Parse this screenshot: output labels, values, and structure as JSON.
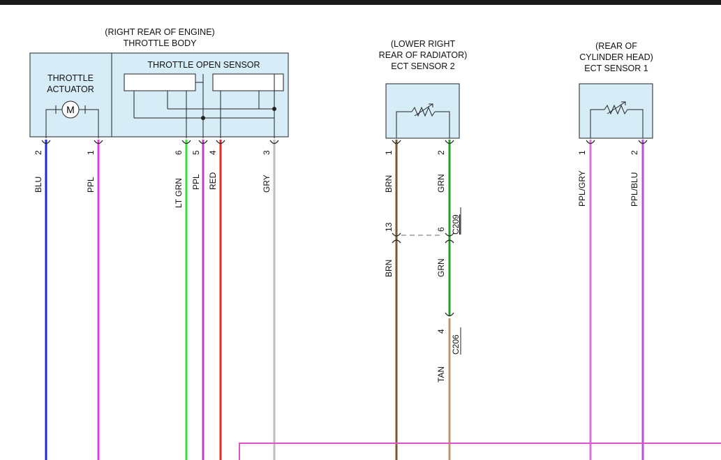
{
  "throttle_body": {
    "location": "(RIGHT REAR OF ENGINE)",
    "name": "THROTTLE BODY",
    "actuator_line1": "THROTTLE",
    "actuator_line2": "ACTUATOR",
    "motor_symbol": "M",
    "sensor_label": "THROTTLE OPEN SENSOR"
  },
  "ect2": {
    "location_line1": "(LOWER RIGHT",
    "location_line2": "REAR OF RADIATOR)",
    "name": "ECT SENSOR 2"
  },
  "ect1": {
    "location_line1": "(REAR OF",
    "location_line2": "CYLINDER HEAD)",
    "name": "ECT SENSOR 1"
  },
  "wires": {
    "blu": {
      "pin": "2",
      "color_label": "BLU",
      "color": "#1f2ad6"
    },
    "ppl_act": {
      "pin": "1",
      "color_label": "PPL",
      "color": "#e03ee0"
    },
    "ltgrn": {
      "pin": "6",
      "color_label": "LT GRN",
      "color": "#33e033"
    },
    "ppl_sens": {
      "pin": "5",
      "color_label": "PPL",
      "color": "#c23ec2"
    },
    "red": {
      "pin": "4",
      "color_label": "RED",
      "color": "#e02a2a"
    },
    "gry": {
      "pin": "3",
      "color_label": "GRY",
      "color": "#bdbdbd"
    },
    "brn": {
      "pin": "1",
      "color_label": "BRN",
      "color": "#7a5a2a"
    },
    "grn": {
      "pin": "2",
      "color_label": "GRN",
      "color": "#2a9a2a"
    },
    "pplgry": {
      "pin": "1",
      "color_label": "PPL/GRY",
      "color": "#d874d8"
    },
    "pplblu": {
      "pin": "2",
      "color_label": "PPL/BLU",
      "color": "#b850e0"
    }
  },
  "connectors": {
    "c209": {
      "name": "C209",
      "pin_brn": "13",
      "pin_grn": "6"
    },
    "c206": {
      "name": "C206",
      "pin": "4",
      "wire_label": "TAN",
      "tan_color": "#b89a6a"
    }
  },
  "bus_color": "#e050c8"
}
